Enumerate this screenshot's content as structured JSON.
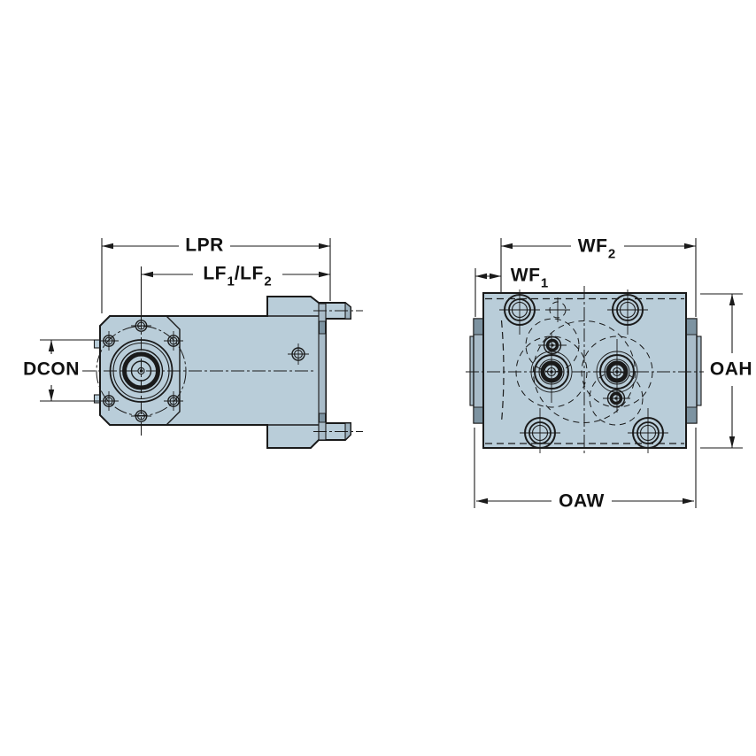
{
  "drawing": {
    "type": "technical-dimension-drawing",
    "views": {
      "side_view": {
        "description": "side view of tool holder with 6-bolt flange coupling and rear mounting lugs",
        "dimensions": {
          "lpr": {
            "label": "LPR"
          },
          "lf": {
            "base1": "LF",
            "sub1": "1",
            "separator": "/",
            "base2": "LF",
            "sub2": "2"
          },
          "dcon": {
            "label": "DCON"
          }
        }
      },
      "top_view": {
        "description": "top view of tool holder body with four corner bolt holes, gear pitch circles and two spindle bores",
        "dimensions": {
          "wf2": {
            "base": "WF",
            "sub": "2"
          },
          "wf1": {
            "base": "WF",
            "sub": "1"
          },
          "oah": {
            "label": "OAH"
          },
          "oaw": {
            "label": "OAW"
          }
        }
      }
    }
  },
  "colors": {
    "body_fill": "#b9cdd9",
    "shade_light": "#a9bcc9",
    "shade_medium": "#9fb3c0",
    "shade_dark": "#7d93a1",
    "outline": "#1a1a1a",
    "background": "#ffffff"
  }
}
